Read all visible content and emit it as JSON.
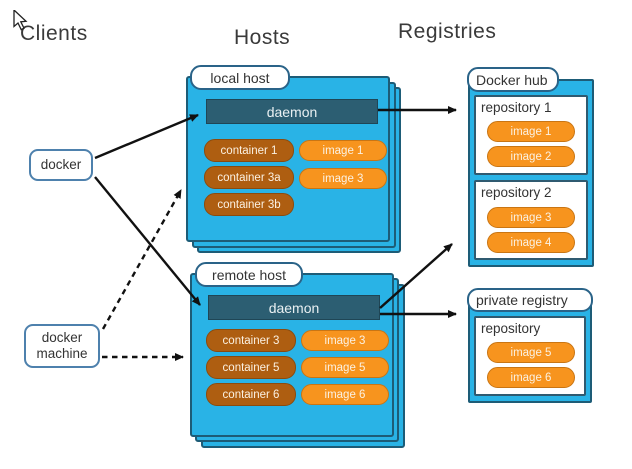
{
  "headings": {
    "clients": "Clients",
    "hosts": "Hosts",
    "registries": "Registries"
  },
  "clients": {
    "docker_label": "docker",
    "docker_machine_label": "docker machine"
  },
  "hosts": {
    "local": {
      "label": "local host",
      "daemon_label": "daemon",
      "containers": [
        "container 1",
        "container 3a",
        "container 3b"
      ],
      "images": [
        "image 1",
        "image 3"
      ]
    },
    "remote": {
      "label": "remote host",
      "daemon_label": "daemon",
      "containers": [
        "container 3",
        "container 5",
        "container 6"
      ],
      "images": [
        "image 3",
        "image 5",
        "image 6"
      ]
    }
  },
  "registries": {
    "docker_hub": {
      "label": "Docker hub",
      "repo1": {
        "name": "repository 1",
        "images": [
          "image 1",
          "image 2"
        ]
      },
      "repo2": {
        "name": "repository 2",
        "images": [
          "image 3",
          "image 4"
        ]
      }
    },
    "private_registry": {
      "label": "private registry",
      "repo": {
        "name": "repository",
        "images": [
          "image 5",
          "image 6"
        ]
      }
    }
  },
  "colors": {
    "cyan": "#29b3e6",
    "cyanBorder": "#1d5c77",
    "daemon": "#2c5e72",
    "containerFill": "#ae5e11",
    "imageFill": "#f7941e",
    "tabBorder": "#2a6388",
    "clientBorder": "#4e81ad",
    "repoBorder": "#2f5a70",
    "arrowColor": "#111111"
  }
}
